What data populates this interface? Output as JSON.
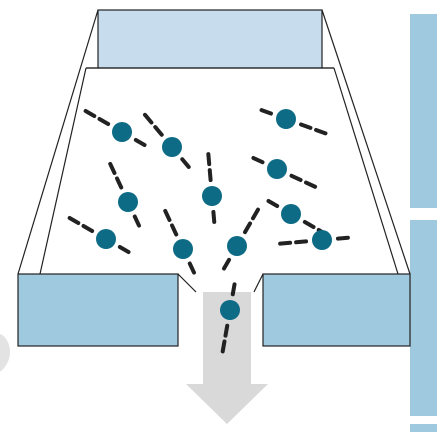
{
  "colors": {
    "panel_light": "#c7ddee",
    "panel_medium": "#9ec9de",
    "panel_stroke": "#222222",
    "molecule_head": "#0d6b86",
    "molecule_tail": "#222222",
    "arrow_fill": "#d9d9d9",
    "side_bar": "#9ec9de",
    "side_bar_gap": "#ffffff",
    "left_edge_shadow": "#d7d7d7"
  },
  "icons": {
    "molecule": "head-with-tail-segments",
    "flow_arrow": "down-arrow"
  },
  "molecules_count": 12
}
